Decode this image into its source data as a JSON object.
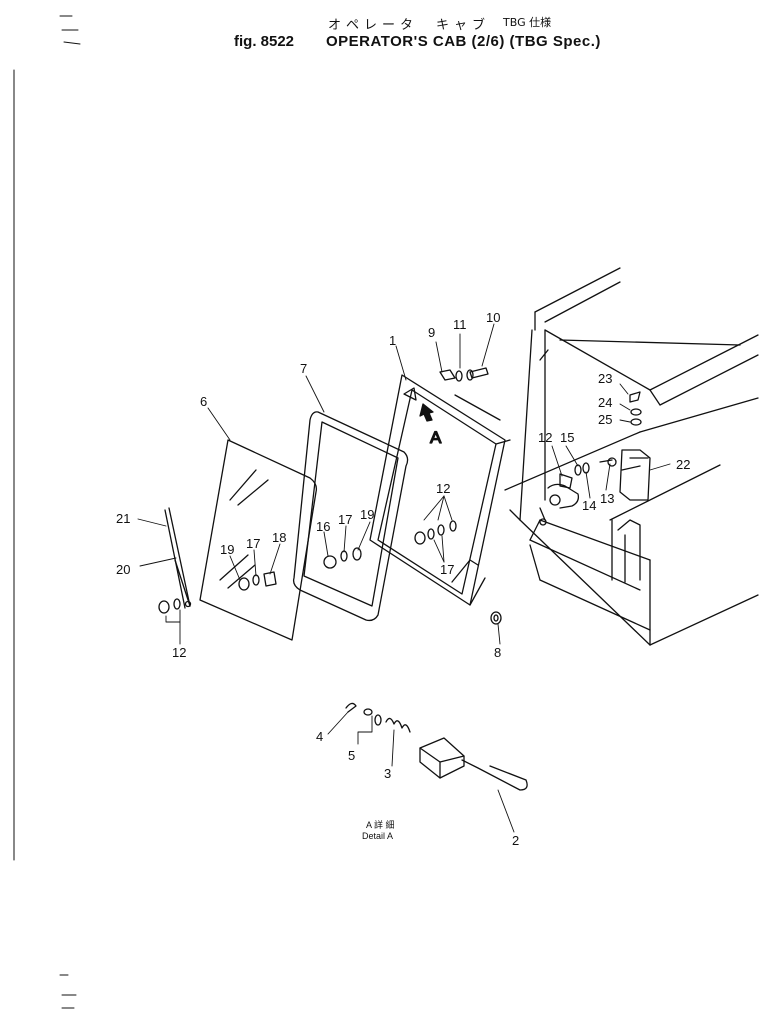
{
  "header": {
    "jp_title": "オペレータ　キャブ",
    "jp_spec": "TBG 仕様",
    "fig_number": "fig. 8522",
    "title": "OPERATOR'S CAB (2/6) (TBG Spec.)"
  },
  "diagram": {
    "detail_marker": "A",
    "detail_jp": "A 詳 細",
    "detail_en": "Detail A"
  },
  "callouts": [
    {
      "id": "c1",
      "text": "1"
    },
    {
      "id": "c9",
      "text": "9"
    },
    {
      "id": "c11",
      "text": "11"
    },
    {
      "id": "c10",
      "text": "10"
    },
    {
      "id": "c7",
      "text": "7"
    },
    {
      "id": "c6",
      "text": "6"
    },
    {
      "id": "c23",
      "text": "23"
    },
    {
      "id": "c24",
      "text": "24"
    },
    {
      "id": "c25",
      "text": "25"
    },
    {
      "id": "c12a",
      "text": "12"
    },
    {
      "id": "c15",
      "text": "15"
    },
    {
      "id": "c22",
      "text": "22"
    },
    {
      "id": "c13",
      "text": "13"
    },
    {
      "id": "c14",
      "text": "14"
    },
    {
      "id": "c12b",
      "text": "12"
    },
    {
      "id": "c21",
      "text": "21"
    },
    {
      "id": "c20",
      "text": "20"
    },
    {
      "id": "c19a",
      "text": "19"
    },
    {
      "id": "c17a",
      "text": "17"
    },
    {
      "id": "c18",
      "text": "18"
    },
    {
      "id": "c16",
      "text": "16"
    },
    {
      "id": "c17b",
      "text": "17"
    },
    {
      "id": "c19b",
      "text": "19"
    },
    {
      "id": "c17c",
      "text": "17"
    },
    {
      "id": "c12c",
      "text": "12"
    },
    {
      "id": "c8",
      "text": "8"
    },
    {
      "id": "c4",
      "text": "4"
    },
    {
      "id": "c5",
      "text": "5"
    },
    {
      "id": "c3",
      "text": "3"
    },
    {
      "id": "c2",
      "text": "2"
    }
  ]
}
